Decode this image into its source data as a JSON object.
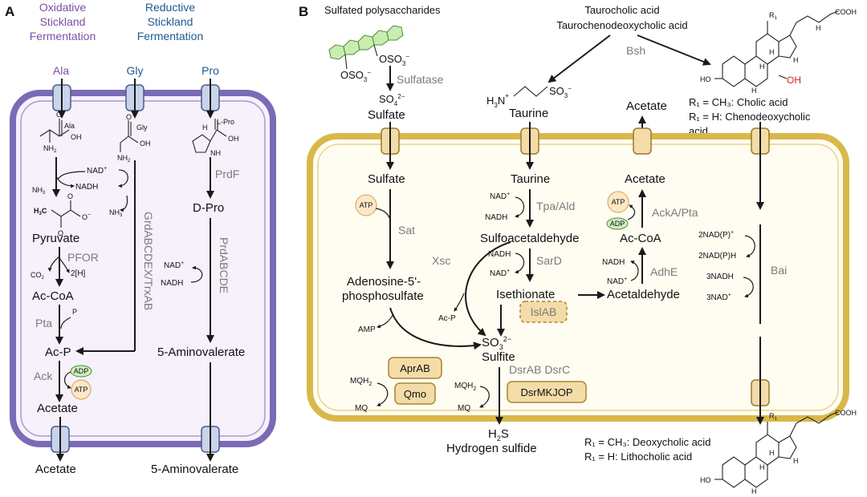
{
  "panel_a": {
    "label": "A",
    "header_oxidative": [
      "Oxidative",
      "Stickland",
      "Fermentation"
    ],
    "header_reductive": [
      "Reductive",
      "Stickland",
      "Fermentation"
    ],
    "aa_ala": "Ala",
    "aa_gly": "Gly",
    "aa_pro": "Pro",
    "struct_ala": "Ala",
    "struct_gly": "Gly",
    "struct_pro": "L-Pro",
    "oh": "OH",
    "nh2": "NH",
    "nh": "NH",
    "h": "H",
    "nadplus": "NAD",
    "nadh": "NADH",
    "nh3": "NH",
    "h3c": "H",
    "pyruvate": "Pyruvate",
    "pfor": "PFOR",
    "co2": "CO",
    "two_h": "2[H]",
    "accoa": "Ac-CoA",
    "pta": "Pta",
    "p": "P",
    "acp": "Ac-P",
    "ack": "Ack",
    "adp": "ADP",
    "atp": "ATP",
    "acetate": "Acetate",
    "acetate_out": "Acetate",
    "grd": "GrdABCDEX/TrxAB",
    "prdf": "PrdF",
    "dpro": "D-Pro",
    "prd": "PrdABCDE",
    "aminovalerate": "5-Aminovalerate",
    "aminovalerate_out": "5-Aminovalerate"
  },
  "panel_b": {
    "label": "B",
    "sulfated_poly": "Sulfated polysaccharides",
    "oso3": "OSO",
    "sulfatase": "Sulfatase",
    "so4": "SO",
    "sulfate_out": "Sulfate",
    "taurocholic": "Taurocholic acid",
    "taurochenodeoxycholic": "Taurochenodeoxycholic acid",
    "bsh": "Bsh",
    "h3n": "H",
    "so3": "SO",
    "taurine_out": "Taurine",
    "acetate_out": "Acetate",
    "r1": "R",
    "cooh": "COOH",
    "ho": "HO",
    "oh_red": "OH",
    "h": "H",
    "cholic": "R₁ = CH₃: Cholic acid",
    "chenodeoxycholic": "R₁ = H: Chenodeoxycholic",
    "chenodeoxycholic_2": "acid",
    "sulfate": "Sulfate",
    "atp": "ATP",
    "sat": "Sat",
    "aps": "Adenosine-5'-",
    "aps_2": "phosphosulfate",
    "amp": "AMP",
    "xsc": "Xsc",
    "acp": "Ac-P",
    "taurine": "Taurine",
    "nadplus": "NAD",
    "nadh": "NADH",
    "tpa": "Tpa/Ald",
    "sulfoacetaldehyde": "Sulfoacetaldehyde",
    "sard": "SarD",
    "isethionate": "Isethionate",
    "islab": "IslAB",
    "acetaldehyde": "Acetaldehyde",
    "adhe": "AdhE",
    "accoa": "Ac-CoA",
    "ackpta": "AckA/Pta",
    "adp": "ADP",
    "acetate": "Acetate",
    "sulfite_so3": "SO",
    "sulfite": "Sulfite",
    "dsrab": "DsrAB DsrC",
    "dsrmkjop": "DsrMKJOP",
    "aprab": "AprAB",
    "qmo": "Qmo",
    "mqh2": "MQH",
    "mq": "MQ",
    "h2s": "H",
    "hydrogen_sulfide": "Hydrogen sulfide",
    "nadph_plus": "2NAD(P)",
    "nadph_h": "2NAD(P)H",
    "three_nadh": "3NADH",
    "three_nad": "3NAD",
    "bai": "Bai",
    "deoxycholic": "R₁ = CH₃: Deoxycholic acid",
    "lithocholic": "R₁ = H: Lithocholic acid"
  },
  "colors": {
    "cell_a_border": "#7b6ab5",
    "cell_a_fill": "#f6f1fb",
    "cell_b_border": "#d9b84a",
    "cell_b_fill": "#fffdf2",
    "transporter_a": "#c9d3ea",
    "transporter_b": "#f3dca8",
    "enzyme_label": "#7a7a7a",
    "oxidative_purple": "#7d4fa3",
    "reductive_blue": "#1f5a8e",
    "hexose_green": "#c9ecb0"
  }
}
